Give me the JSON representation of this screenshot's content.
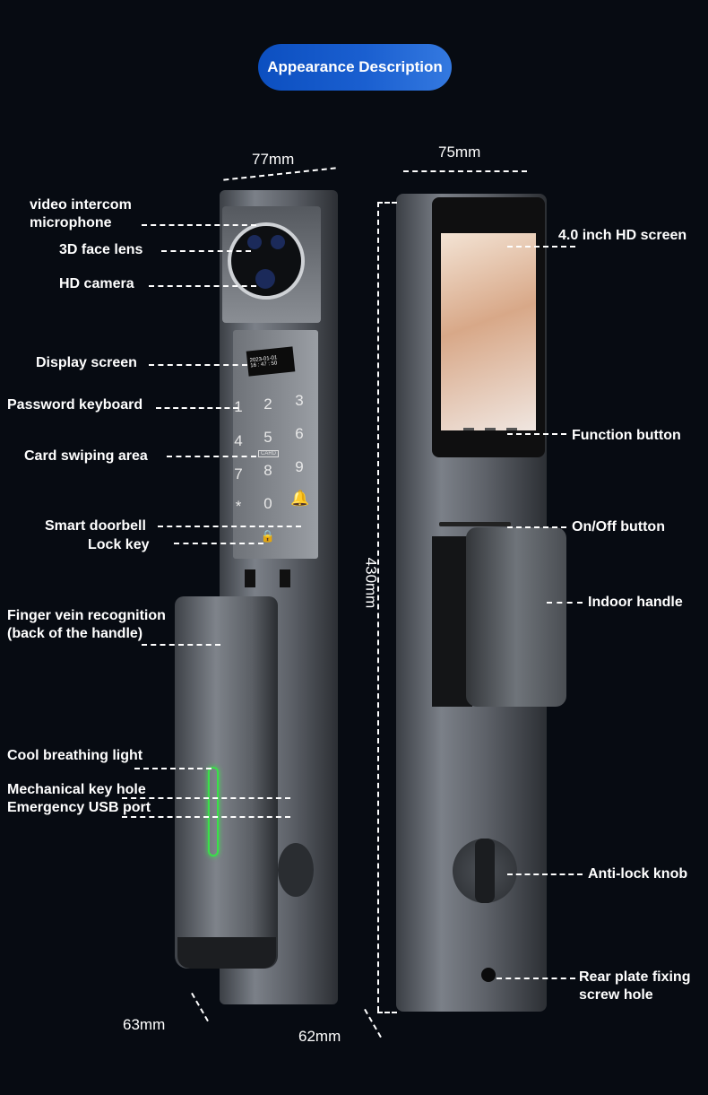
{
  "title": "Appearance Description",
  "dimensions": {
    "front_width": "77mm",
    "back_width": "75mm",
    "height": "430mm",
    "front_depth": "63mm",
    "back_depth": "62mm"
  },
  "front_labels": {
    "microphone": "video intercom\nmicrophone",
    "face_lens": "3D face lens",
    "hd_camera": "HD camera",
    "display_screen": "Display screen",
    "keyboard": "Password keyboard",
    "card": "Card swiping area",
    "doorbell": "Smart doorbell",
    "lock_key": "Lock key",
    "finger_vein": "Finger vein recognition\n(back of the handle)",
    "breathing_light": "Cool breathing light",
    "key_hole": "Mechanical key hole",
    "usb": "Emergency USB port"
  },
  "back_labels": {
    "screen": "4.0 inch HD screen",
    "function": "Function button",
    "onoff": "On/Off button",
    "handle": "Indoor handle",
    "knob": "Anti-lock knob",
    "screw": "Rear plate fixing\nscrew hole"
  },
  "display": {
    "date": "2023-01-01",
    "time": "16 : 47 : 50"
  },
  "keypad": {
    "k1": "1",
    "k2": "2",
    "k3": "3",
    "k4": "4",
    "k5": "5",
    "k6": "6",
    "k7": "7",
    "k8": "8",
    "k9": "9",
    "star": "*",
    "k0": "0",
    "card": "CARD"
  },
  "colors": {
    "accent": "#1a5fd0",
    "breathing_light": "#3adf4a",
    "background": "#070b12"
  }
}
